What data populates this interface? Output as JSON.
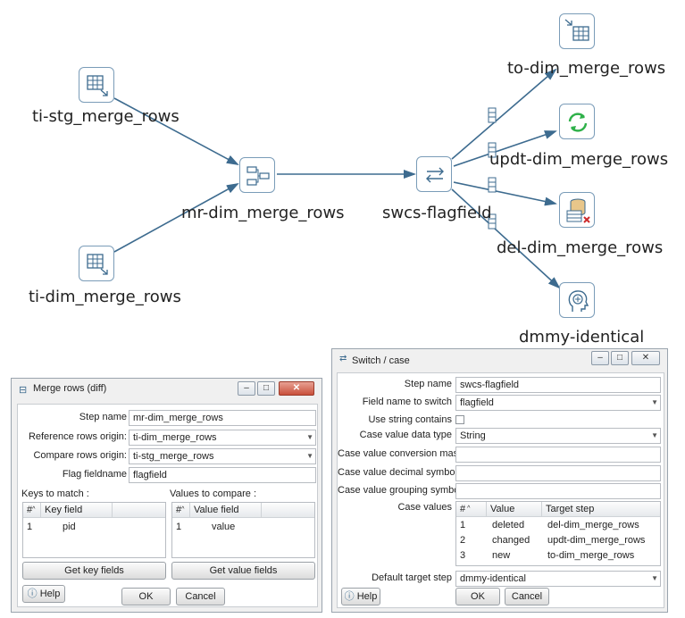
{
  "canvas": {
    "nodes": {
      "ti_stg": "ti-stg_merge_rows",
      "ti_dim": "ti-dim_merge_rows",
      "mr_dim": "mr-dim_merge_rows",
      "swcs": "swcs-flagfield",
      "to_dim": "to-dim_merge_rows",
      "updt_dim": "updt-dim_merge_rows",
      "del_dim": "del-dim_merge_rows",
      "dmmy": "dmmy-identical"
    },
    "colors": {
      "hop": "#3d6b8f",
      "node_border": "#7a9cb8",
      "update_green": "#2fb14a",
      "delete_red": "#cc2a2a"
    }
  },
  "merge_dialog": {
    "title": "Merge rows (diff)",
    "step_name_label": "Step name",
    "step_name": "mr-dim_merge_rows",
    "reference_label": "Reference rows origin:",
    "reference_value": "ti-dim_merge_rows",
    "compare_label": "Compare rows origin:",
    "compare_value": "ti-stg_merge_rows",
    "flag_label": "Flag fieldname",
    "flag_value": "flagfield",
    "keys_label": "Keys to match :",
    "values_label": "Values to compare :",
    "keys_table": {
      "col_num": "#",
      "col_field": "Key field",
      "rows": [
        {
          "num": "1",
          "field": "pid"
        }
      ]
    },
    "values_table": {
      "col_num": "#",
      "col_field": "Value field",
      "rows": [
        {
          "num": "1",
          "field": "value"
        }
      ]
    },
    "get_key_fields": "Get key fields",
    "get_value_fields": "Get value fields",
    "help": "Help",
    "ok": "OK",
    "cancel": "Cancel"
  },
  "switch_dialog": {
    "title": "Switch / case",
    "step_name_label": "Step name",
    "step_name": "swcs-flagfield",
    "field_switch_label": "Field name to switch",
    "field_switch_value": "flagfield",
    "use_string_label": "Use string contains",
    "case_type_label": "Case value data type",
    "case_type_value": "String",
    "conv_mask_label": "Case value conversion mask",
    "decimal_label": "Case value decimal symbol",
    "grouping_label": "Case value grouping symbol",
    "case_values_label": "Case values",
    "case_table": {
      "col_num": "#",
      "col_value": "Value",
      "col_target": "Target step",
      "rows": [
        {
          "num": "1",
          "value": "deleted",
          "target": "del-dim_merge_rows"
        },
        {
          "num": "2",
          "value": "changed",
          "target": "updt-dim_merge_rows"
        },
        {
          "num": "3",
          "value": "new",
          "target": "to-dim_merge_rows"
        }
      ]
    },
    "default_target_label": "Default target step",
    "default_target_value": "dmmy-identical",
    "help": "Help",
    "ok": "OK",
    "cancel": "Cancel"
  }
}
